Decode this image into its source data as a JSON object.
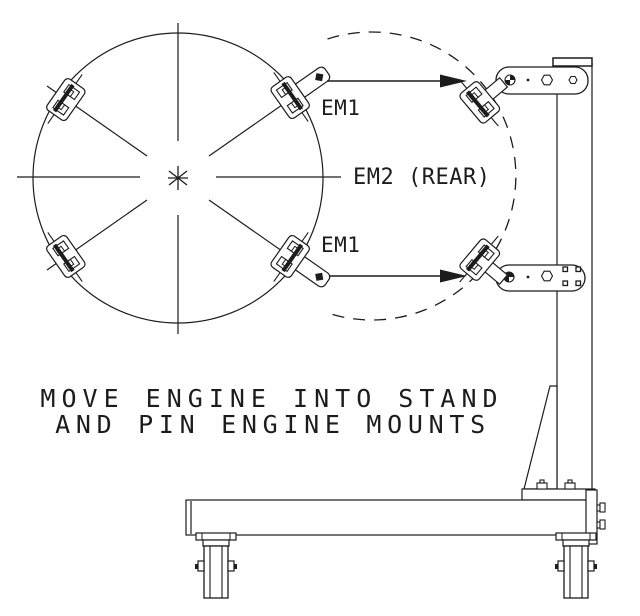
{
  "colors": {
    "line": "#1c1c1c",
    "background": "#ffffff"
  },
  "engine_view": {
    "label_em1_upper": "EM1",
    "label_em1_lower": "EM1",
    "label_em2": "EM2 (REAR)"
  },
  "instruction": {
    "line1": "MOVE ENGINE INTO STAND",
    "line2": "AND PIN ENGINE MOUNTS"
  }
}
